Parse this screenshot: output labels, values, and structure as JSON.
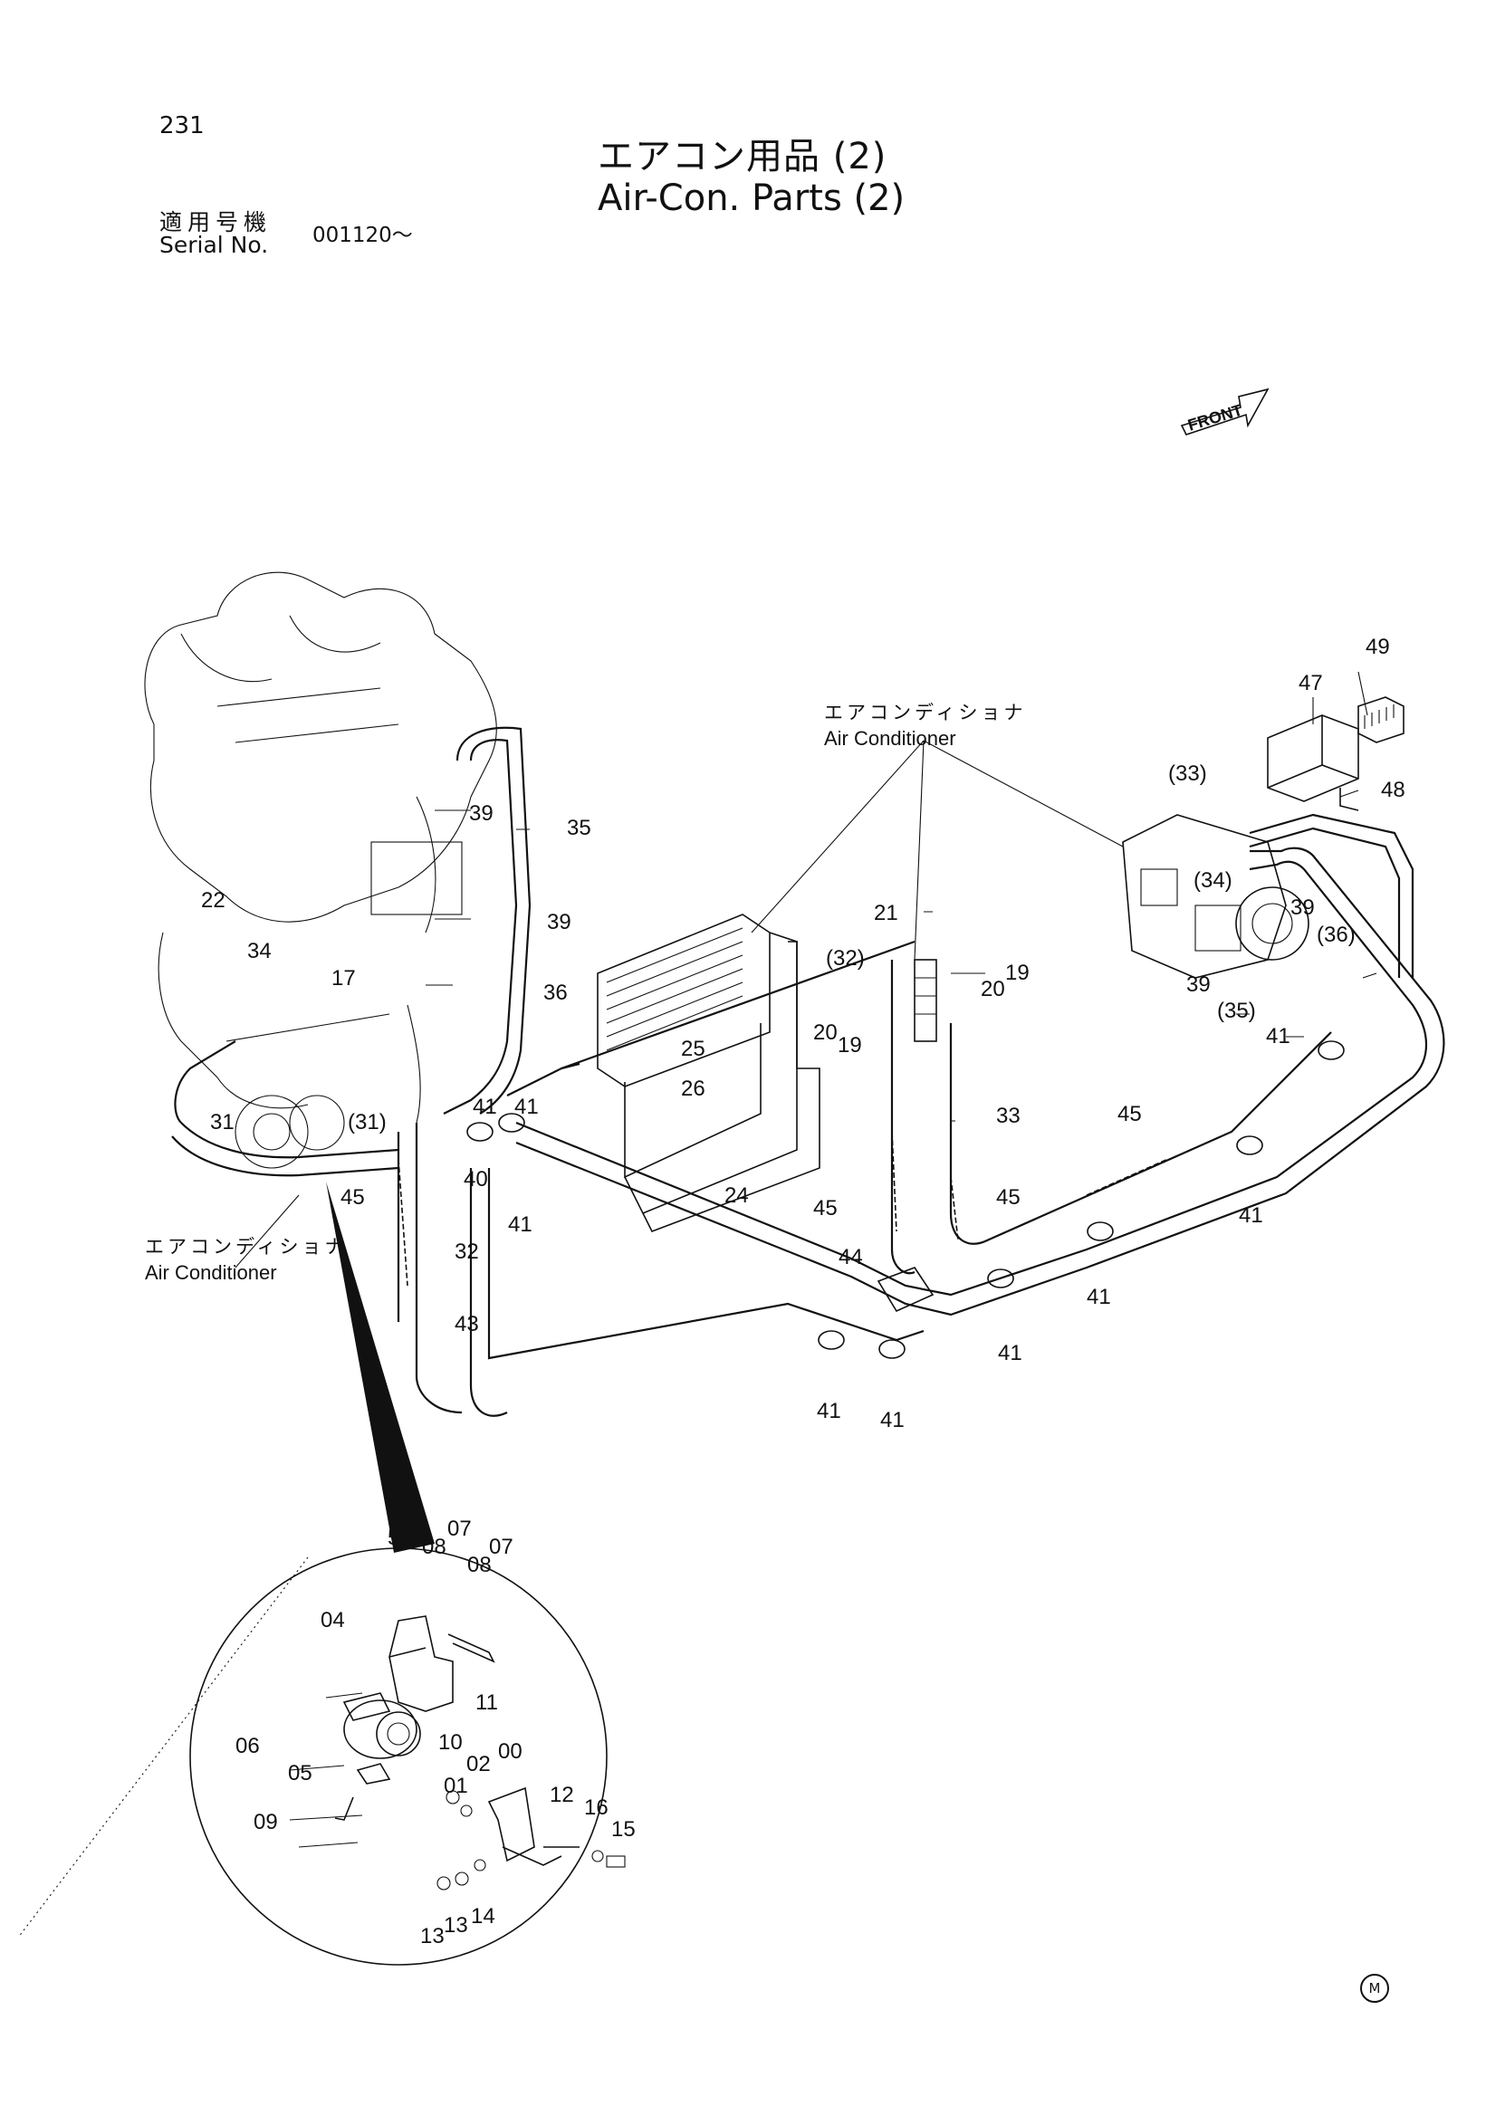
{
  "header": {
    "page_number": "231",
    "title_ja": "エアコン用品 (2)",
    "title_en": "Air-Con. Parts (2)",
    "serial_label_ja": "適用号機",
    "serial_label_en": "Serial No.",
    "serial_value": "001120～"
  },
  "front_marker": {
    "label": "FRONT"
  },
  "callouts": {
    "air_conditioner_top": {
      "ja": "エアコンディショナ",
      "en": "Air  Conditioner"
    },
    "air_conditioner_left": {
      "ja": "エアコンディショナ",
      "en": "Air  Conditioner"
    }
  },
  "part_labels": [
    "49",
    "47",
    "48",
    "(33)",
    "(34)",
    "39",
    "(36)",
    "39",
    "(35)",
    "41",
    "39",
    "35",
    "39",
    "36",
    "22",
    "34",
    "17",
    "31",
    "(31)",
    "41",
    "41",
    "40",
    "41",
    "45",
    "32",
    "43",
    "21",
    "(32)",
    "20",
    "19",
    "20",
    "19",
    "25",
    "26",
    "24",
    "33",
    "45",
    "45",
    "44",
    "45",
    "41",
    "41",
    "41",
    "41",
    "41",
    "50",
    "07",
    "08",
    "08",
    "07",
    "04",
    "11",
    "06",
    "10",
    "05",
    "02",
    "00",
    "01",
    "09",
    "12",
    "16",
    "15",
    "13",
    "13",
    "14"
  ],
  "footer": {
    "mark": "M"
  }
}
